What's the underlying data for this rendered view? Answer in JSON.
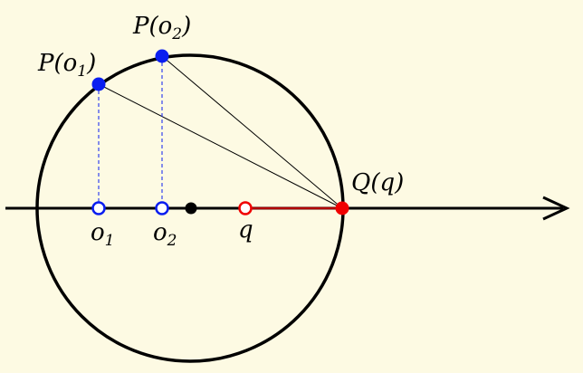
{
  "colors": {
    "background": "#fdfae3",
    "circle": "#000000",
    "axis": "#000000",
    "blue": "#0a1ef0",
    "red": "#f00000",
    "segment": "#b00000",
    "chord": "#000000"
  },
  "labels": {
    "p_o1": {
      "main": "P(o",
      "sub": "1",
      "close": ")"
    },
    "p_o2": {
      "main": "P(o",
      "sub": "2",
      "close": ")"
    },
    "q_q": {
      "main": "Q(q)"
    },
    "o1": {
      "main": "o",
      "sub": "1"
    },
    "o2": {
      "main": "o",
      "sub": "2"
    },
    "q": {
      "main": "q"
    }
  }
}
